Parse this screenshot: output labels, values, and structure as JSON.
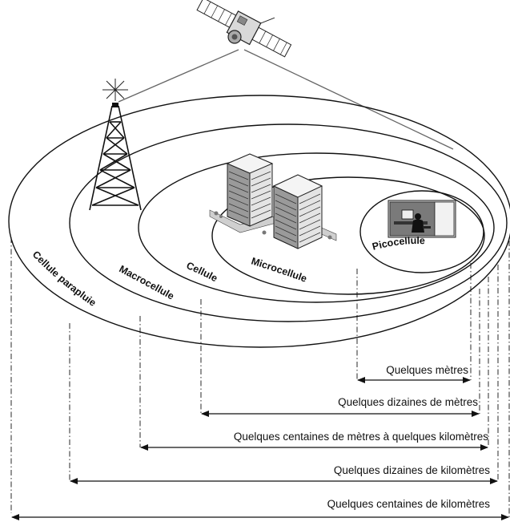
{
  "zones": {
    "picocellule": "Picocellule",
    "microcellule": "Microcellule",
    "cellule": "Cellule",
    "macrocellule": "Macrocellule",
    "parapluie": "Cellule parapluie"
  },
  "ranges": {
    "metres": "Quelques mètres",
    "dizaines_metres": "Quelques dizaines de mètres",
    "centaines_metres_km": "Quelques centaines de mètres à quelques kilomètres",
    "dizaines_km": "Quelques dizaines de kilomètres",
    "centaines_km": "Quelques centaines de kilomètres"
  },
  "icons": {
    "satellite": "satellite-icon",
    "tower": "radio-tower-icon",
    "buildings": "office-buildings-icon",
    "office": "office-worker-icon"
  }
}
